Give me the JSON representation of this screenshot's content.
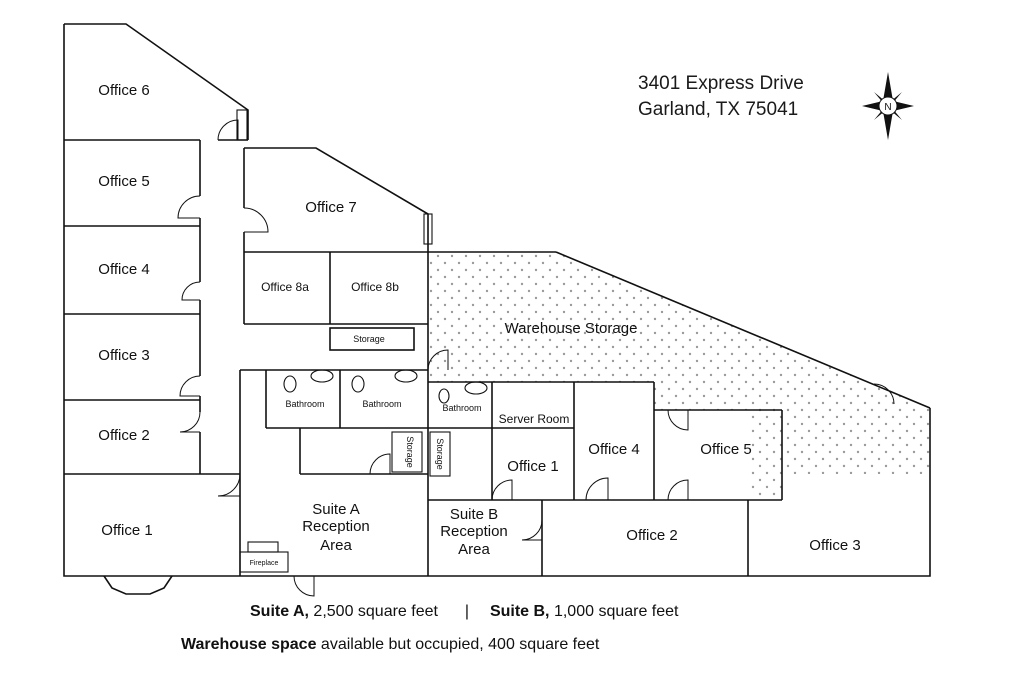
{
  "address": {
    "line1": "3401 Express Drive",
    "line2": "Garland, TX 75041"
  },
  "compass": {
    "label": "N"
  },
  "suite_a_rooms": {
    "office6": "Office 6",
    "office5": "Office 5",
    "office4": "Office 4",
    "office3": "Office 3",
    "office2": "Office 2",
    "office1": "Office 1",
    "office7": "Office 7",
    "office8a": "Office 8a",
    "office8b": "Office 8b",
    "storage": "Storage",
    "bathroom1": "Bathroom",
    "bathroom2": "Bathroom",
    "storage_vertical": "Storage",
    "fireplace": "Fireplace",
    "reception_line1": "Suite A",
    "reception_line2": "Reception",
    "reception_line3": "Area"
  },
  "suite_b_rooms": {
    "bathroom": "Bathroom",
    "server_room": "Server Room",
    "storage_vertical": "Storage",
    "office1": "Office 1",
    "office4": "Office 4",
    "office5": "Office 5",
    "office2": "Office 2",
    "office3": "Office 3",
    "reception_line1": "Suite B",
    "reception_line2": "Reception",
    "reception_line3": "Area"
  },
  "warehouse": {
    "label": "Warehouse Storage"
  },
  "captions": {
    "suite_a_name": "Suite A,",
    "suite_a_size": "2,500 square feet",
    "separator": "|",
    "suite_b_name": "Suite B,",
    "suite_b_size": "1,000 square feet",
    "warehouse_name": "Warehouse space",
    "warehouse_text": "available but occupied, 400 square feet"
  }
}
